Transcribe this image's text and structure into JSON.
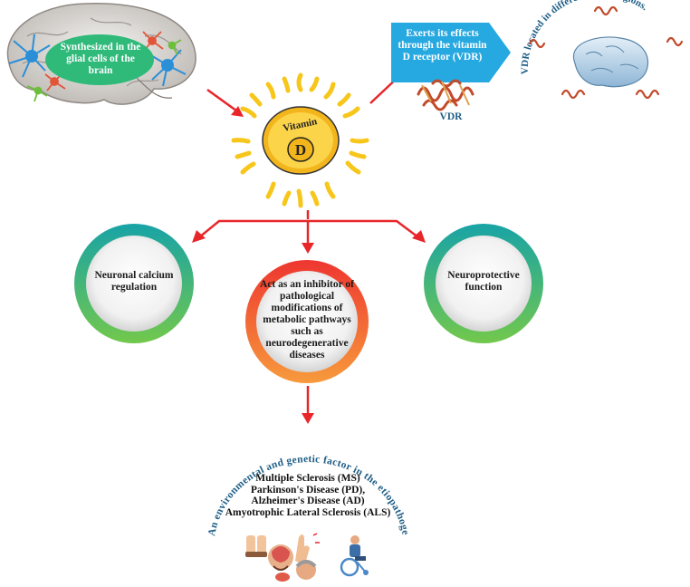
{
  "source": {
    "bubble_text": "Synthesized in the glial cells of the brain"
  },
  "vitamin": {
    "pill_word": "Vitamin",
    "pill_letter": "D"
  },
  "receptor": {
    "banner_text": "Exerts its effects through the vitamin D receptor (VDR)",
    "molecule_label": "VDR",
    "arc_text": "VDR located in different brain regions."
  },
  "functions": {
    "left": "Neuronal calcium regulation",
    "center": "Act as an inhibitor of pathological modifications of metabolic pathways such as neurodegenerative diseases",
    "right": "Neuroprotective function"
  },
  "etiology": {
    "arc_text": "An environmental and genetic factor in the etiopathogenesis",
    "diseases": [
      "Multiple Sclerosis (MS)",
      "Parkinson's Disease (PD),",
      "Alzheimer's Disease (AD)",
      "Amyotrophic Lateral Sclerosis (ALS)"
    ]
  },
  "colors": {
    "arrow": "#e8262a",
    "bubble": "#2fba7a",
    "banner": "#26a8e0",
    "sun": "#f7c61b",
    "teal_ring": "#18a3a6",
    "green_ring": "#72c84c",
    "red_ring": "#ee3630",
    "orange_ring": "#f79a3c",
    "arc_text": "#1f5e87"
  }
}
